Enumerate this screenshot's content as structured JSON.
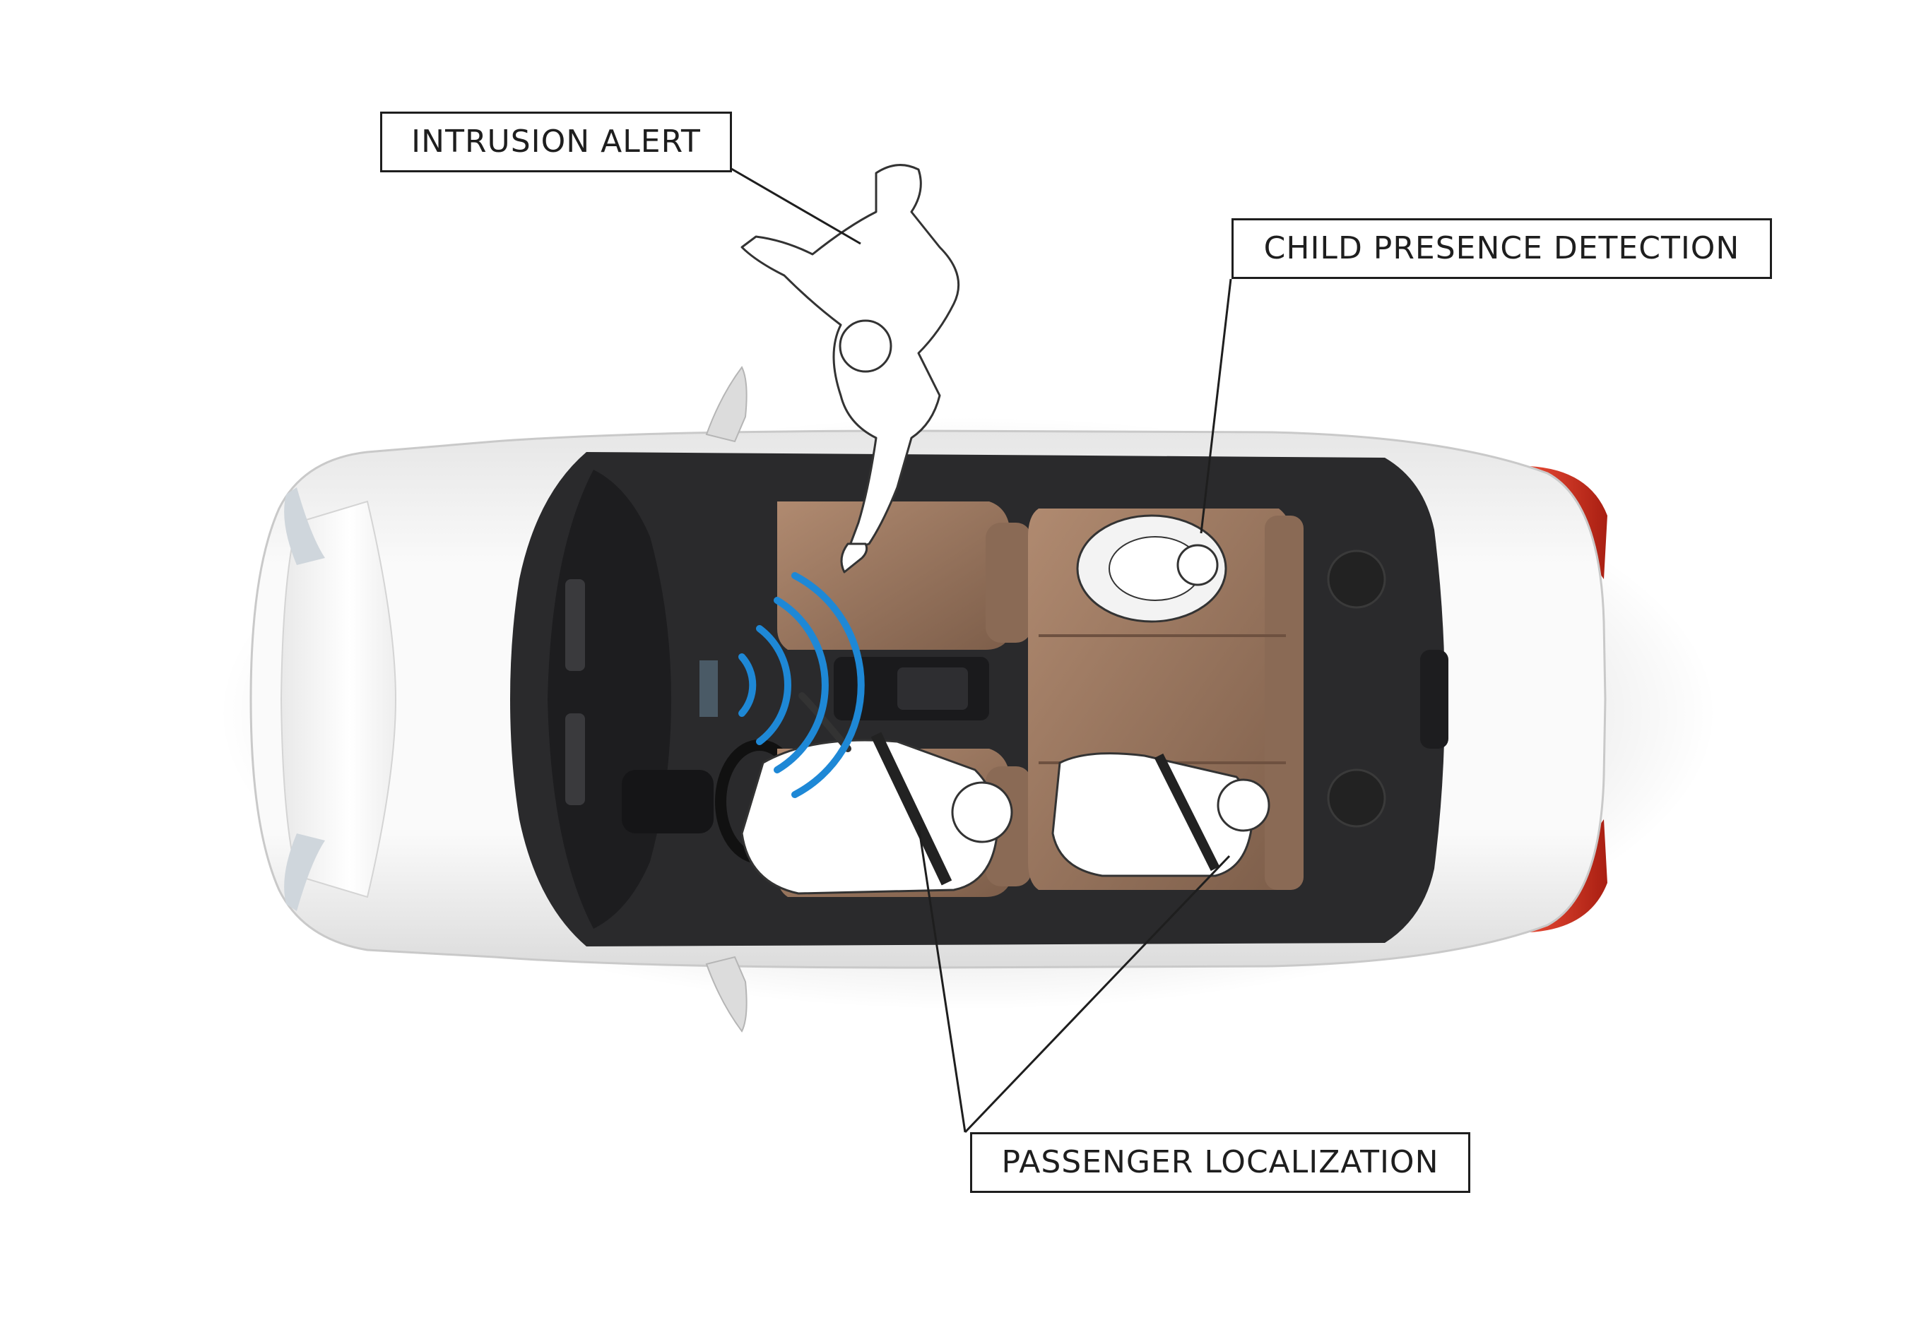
{
  "callouts": {
    "intrusion_alert": "INTRUSION ALERT",
    "child_presence": "CHILD PRESENCE DETECTION",
    "passenger_localization": "PASSENGER LOCALIZATION"
  },
  "colors": {
    "background": "#ffffff",
    "car_body": "#f1f1f1",
    "interior": "#2a2a2c",
    "seat_leather": "#9a7760",
    "taillight": "#d1301f",
    "radar_waves": "#1e88d6",
    "line": "#1e1e1e"
  }
}
